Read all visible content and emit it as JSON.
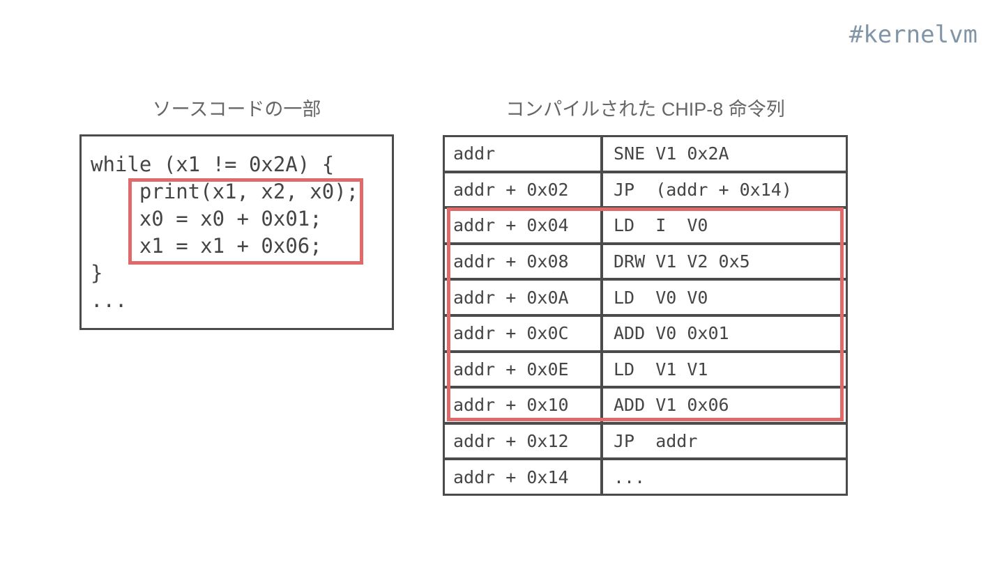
{
  "hashtag": "#kernelvm",
  "left": {
    "heading": "ソースコードの一部",
    "code_lines": [
      "while (x1 != 0x2A) {",
      "    print(x1, x2, x0);",
      "    x0 = x0 + 0x01;",
      "    x1 = x1 + 0x06;",
      "}",
      "..."
    ],
    "highlighted_lines": [
      1,
      2,
      3
    ]
  },
  "right": {
    "heading": "コンパイルされた CHIP-8 命令列",
    "table": {
      "rows": [
        {
          "addr": "addr",
          "inst": "SNE V1 0x2A",
          "highlighted": false
        },
        {
          "addr": "addr + 0x02",
          "inst": "JP  (addr + 0x14)",
          "highlighted": false
        },
        {
          "addr": "addr + 0x04",
          "inst": "LD  I  V0",
          "highlighted": true
        },
        {
          "addr": "addr + 0x08",
          "inst": "DRW V1 V2 0x5",
          "highlighted": true
        },
        {
          "addr": "addr + 0x0A",
          "inst": "LD  V0 V0",
          "highlighted": true
        },
        {
          "addr": "addr + 0x0C",
          "inst": "ADD V0 0x01",
          "highlighted": true
        },
        {
          "addr": "addr + 0x0E",
          "inst": "LD  V1 V1",
          "highlighted": true
        },
        {
          "addr": "addr + 0x10",
          "inst": "ADD V1 0x06",
          "highlighted": true
        },
        {
          "addr": "addr + 0x12",
          "inst": "JP  addr",
          "highlighted": false
        },
        {
          "addr": "addr + 0x14",
          "inst": "...",
          "highlighted": false
        }
      ]
    }
  },
  "colors": {
    "accent_red": "#e06a6a",
    "border_gray": "#4b4b4b",
    "text_gray": "#454545",
    "heading_gray": "#666666",
    "hashtag_blue": "#8195a7",
    "bg": "#ffffff"
  }
}
